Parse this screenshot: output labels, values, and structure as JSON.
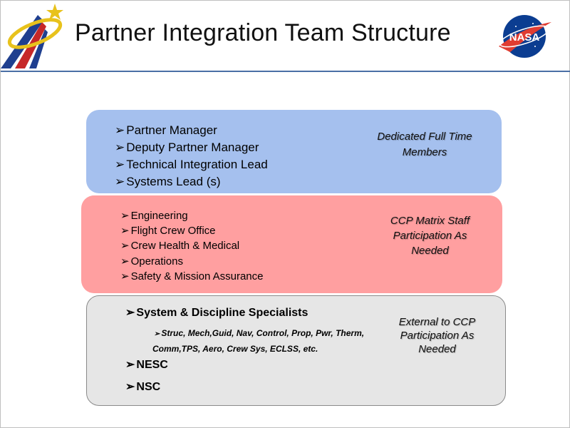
{
  "title": "Partner Integration Team Structure",
  "logos": {
    "left": "ccp-program-logo-icon",
    "right": "nasa-logo-icon",
    "right_text": "NASA"
  },
  "arrow_glyph": "➢",
  "tiers": {
    "dedicated": {
      "items": [
        "Partner Manager",
        "Deputy Partner Manager",
        "Technical Integration Lead",
        "Systems Lead (s)"
      ],
      "side_label_line1": "Dedicated Full Time",
      "side_label_line2": "Members",
      "color": "#a5c0ee"
    },
    "matrix": {
      "items": [
        "Engineering",
        "Flight Crew Office",
        "Crew Health & Medical",
        "Operations",
        "Safety & Mission Assurance"
      ],
      "side_label_line1": "CCP Matrix Staff",
      "side_label_line2": "Participation As",
      "side_label_line3": "Needed",
      "color": "#ff9fa0"
    },
    "external": {
      "heading": "System & Discipline Specialists",
      "sub_line1": "Struc, Mech,Guid, Nav, Control, Prop, Pwr, Therm,",
      "sub_line2": "Comm,TPS, Aero, Crew Sys, ECLSS,  etc.",
      "items": [
        "NESC",
        "NSC"
      ],
      "side_label_line1": "External to CCP",
      "side_label_line2": "Participation As",
      "side_label_line3": "Needed",
      "color": "#e6e6e6"
    }
  }
}
